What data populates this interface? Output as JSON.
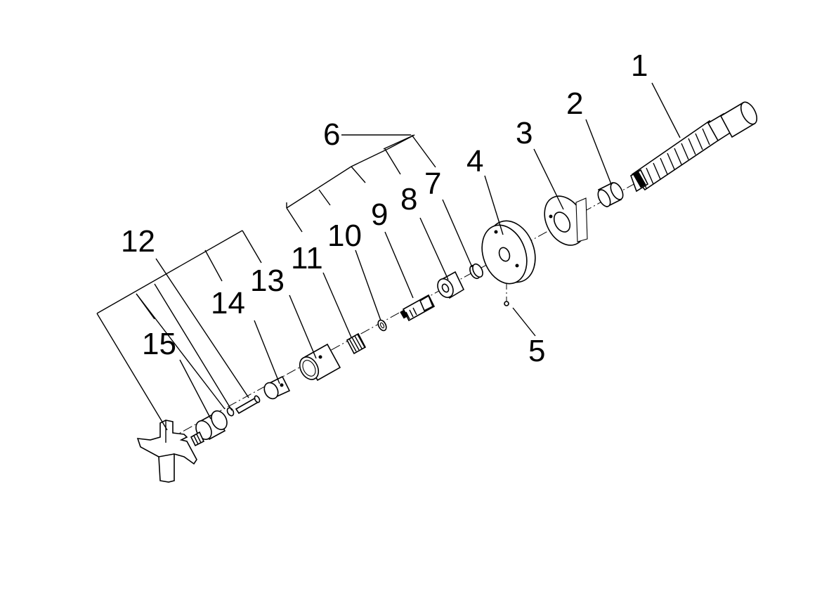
{
  "diagram": {
    "type": "exploded-parts-view",
    "labels": [
      "1",
      "2",
      "3",
      "4",
      "5",
      "6",
      "7",
      "8",
      "9",
      "10",
      "11",
      "12",
      "13",
      "14",
      "15"
    ],
    "colors": {
      "ink": "#000000",
      "background": "#ffffff"
    }
  }
}
